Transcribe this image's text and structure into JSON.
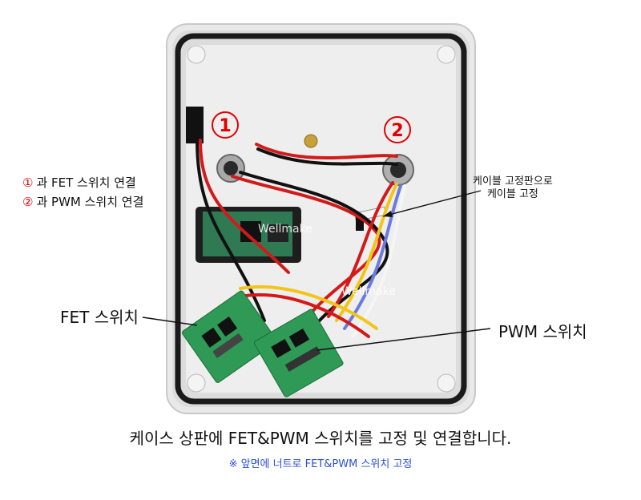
{
  "legend": {
    "item1_num": "①",
    "item1_text": "과 FET 스위치 연결",
    "item2_num": "②",
    "item2_text": "과 PWM 스위치 연결"
  },
  "markers": {
    "m1": "1",
    "m2": "2"
  },
  "labels": {
    "fet": "FET 스위치",
    "pwm": "PWM 스위치",
    "cable_line1": "케이블 고정판으로",
    "cable_line2": "케이블 고정"
  },
  "watermark": "Wellmake",
  "caption": "케이스 상판에 FET&PWM 스위치를 고정 및 연결합니다.",
  "note": "※ 앞면에 너트로  FET&PWM 스위치 고정",
  "colors": {
    "marker_red": "#e00000",
    "note_blue": "#2a4fd6"
  }
}
